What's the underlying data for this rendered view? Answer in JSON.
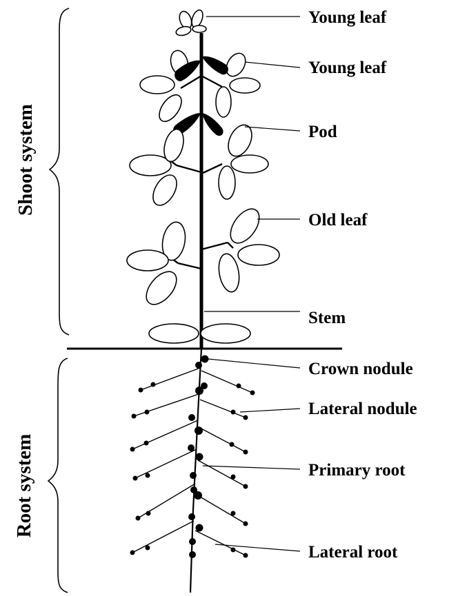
{
  "colors": {
    "ink": "#000000",
    "background": "#ffffff"
  },
  "system_labels": {
    "shoot": "Shoot system",
    "root": "Root system"
  },
  "part_labels": {
    "young_leaf_top": "Young leaf",
    "young_leaf": "Young leaf",
    "pod": "Pod",
    "old_leaf": "Old leaf",
    "stem": "Stem",
    "crown_nodule": "Crown nodule",
    "lateral_nodule": "Lateral nodule",
    "primary_root": "Primary root",
    "lateral_root": "Lateral root"
  }
}
